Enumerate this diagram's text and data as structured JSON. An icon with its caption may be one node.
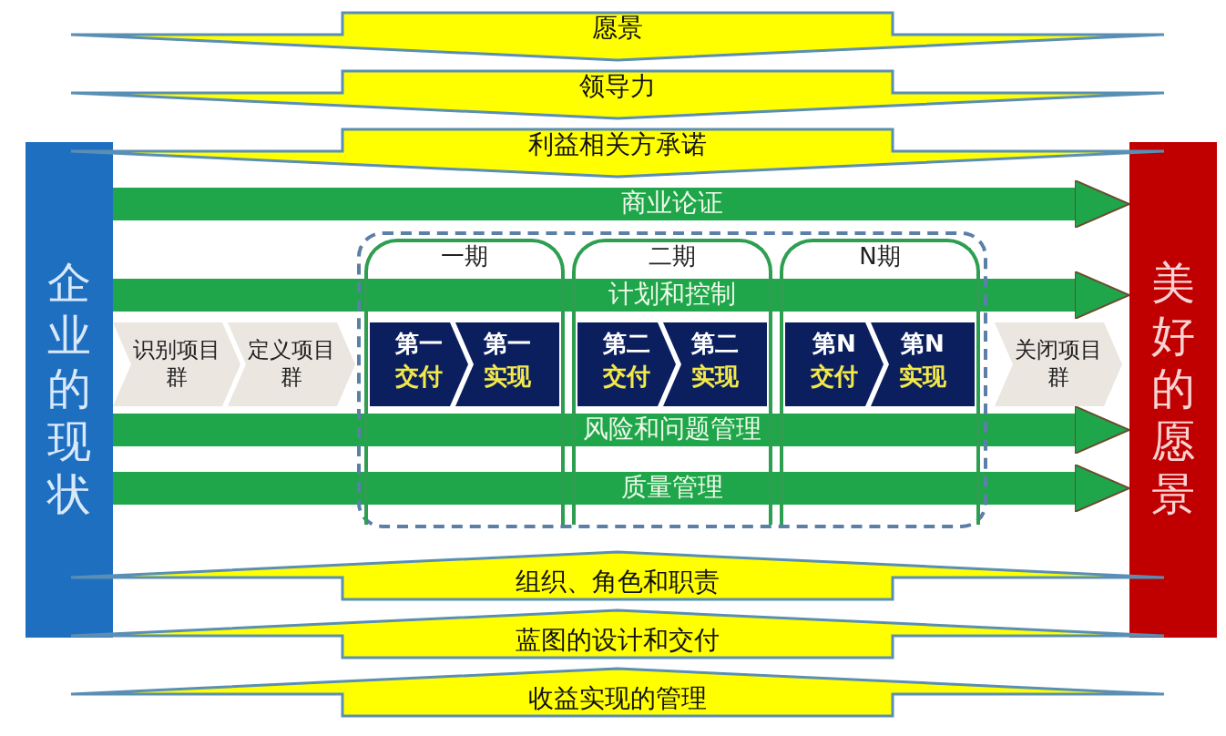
{
  "diagram": {
    "nodes": [
      {
        "text": [
          "愿景"
        ]
      },
      {
        "text": [
          "领导力"
        ]
      },
      {
        "text": [
          "利益相关方承诺"
        ]
      },
      {
        "text": [
          "企业的现状"
        ]
      },
      {
        "text": [],
        "shape": "box"
      },
      {
        "text": [
          "一期"
        ],
        "in": 4
      },
      {
        "text": [
          "二期"
        ],
        "in": 4
      },
      {
        "text": [
          "N期"
        ],
        "in": 4
      },
      {
        "text": [
          "识别项目群"
        ]
      },
      {
        "text": [
          "定义项目群"
        ]
      },
      {
        "text": [
          "第一",
          "交付"
        ],
        "in": 5
      },
      {
        "text": [
          "第一",
          "实现"
        ],
        "in": 5
      },
      {
        "text": [
          "第二",
          "交付"
        ],
        "in": 6
      },
      {
        "text": [
          "第二",
          "实现"
        ],
        "in": 6
      },
      {
        "text": [
          "第N",
          "交付"
        ],
        "in": 7
      },
      {
        "text": [
          "第N",
          "实现"
        ],
        "in": 7
      },
      {
        "text": [
          "关闭项目群"
        ]
      },
      {
        "text": [
          "美好的愿景"
        ]
      },
      {
        "text": [
          "组织、角色和职责"
        ]
      },
      {
        "text": [
          "蓝图的设计和交付"
        ]
      },
      {
        "text": [
          "收益实现的管理"
        ]
      }
    ],
    "edges": [
      {
        "from": 3,
        "to": 17,
        "arrow": "to",
        "label": "商业论证"
      },
      {
        "from": 3,
        "to": 17,
        "arrow": "to",
        "label": "计划和控制"
      },
      {
        "from": 3,
        "to": 17,
        "arrow": "to",
        "label": "风险和问题管理"
      },
      {
        "from": 3,
        "to": 17,
        "arrow": "to",
        "label": "质量管理"
      }
    ]
  }
}
